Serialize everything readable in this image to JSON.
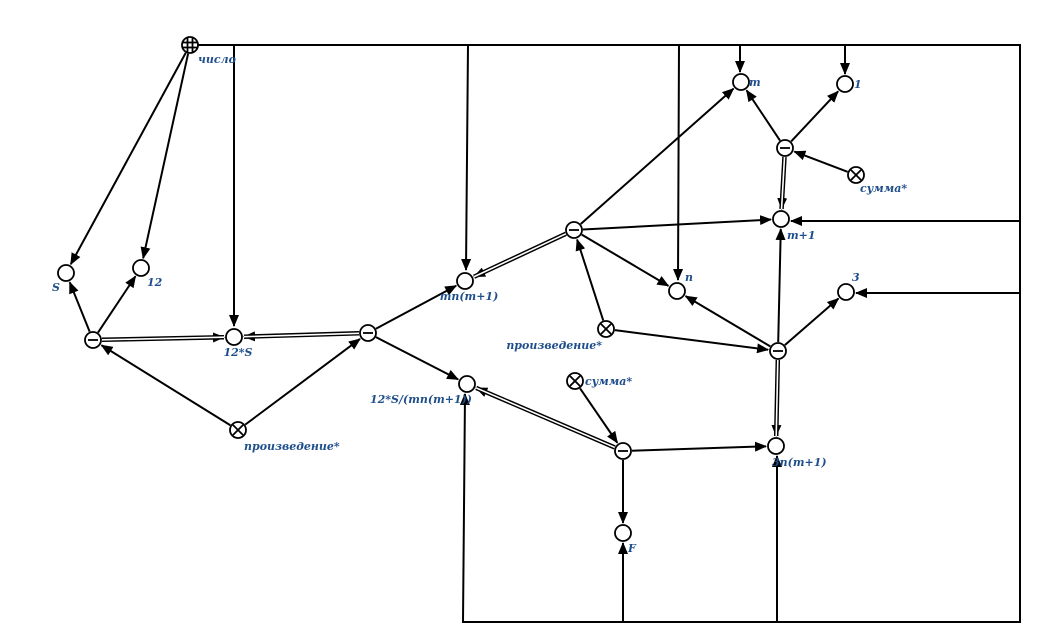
{
  "colors": {
    "line": "#000000",
    "label": "#1f4e8c",
    "background": "#ffffff"
  },
  "nodes": [
    {
      "id": "chislo",
      "kind": "grid",
      "label": "число"
    },
    {
      "id": "S",
      "kind": "plain",
      "label": "S"
    },
    {
      "id": "n12",
      "kind": "plain",
      "label": "12"
    },
    {
      "id": "neg1",
      "kind": "minus",
      "label": ""
    },
    {
      "id": "S12",
      "kind": "plain",
      "label": "12*S"
    },
    {
      "id": "prod1",
      "kind": "cross",
      "label": "произведение*"
    },
    {
      "id": "neg2",
      "kind": "minus",
      "label": ""
    },
    {
      "id": "mnm1",
      "kind": "plain",
      "label": "mn(m+1)"
    },
    {
      "id": "ratio",
      "kind": "plain",
      "label": "12*S/(mn(m+1))"
    },
    {
      "id": "neg3",
      "kind": "minus",
      "label": ""
    },
    {
      "id": "prod2",
      "kind": "cross",
      "label": "произведение*"
    },
    {
      "id": "m",
      "kind": "plain",
      "label": "m"
    },
    {
      "id": "one",
      "kind": "plain",
      "label": "1"
    },
    {
      "id": "neg4",
      "kind": "minus",
      "label": ""
    },
    {
      "id": "sum1",
      "kind": "cross",
      "label": "сумма*"
    },
    {
      "id": "mp1",
      "kind": "plain",
      "label": "m+1"
    },
    {
      "id": "n",
      "kind": "plain",
      "label": "n"
    },
    {
      "id": "three",
      "kind": "plain",
      "label": "3"
    },
    {
      "id": "neg5",
      "kind": "minus",
      "label": ""
    },
    {
      "id": "threen",
      "kind": "plain",
      "label": "3n(m+1)"
    },
    {
      "id": "sum2",
      "kind": "cross",
      "label": "сумма*"
    },
    {
      "id": "neg6",
      "kind": "minus",
      "label": ""
    },
    {
      "id": "F",
      "kind": "plain",
      "label": "F"
    }
  ],
  "edges": [
    {
      "from": "chislo",
      "to": "S",
      "style": "arrow"
    },
    {
      "from": "chislo",
      "to": "n12",
      "style": "arrow"
    },
    {
      "from": "chislo",
      "to": "S12",
      "style": "arrow"
    },
    {
      "from": "chislo",
      "to": "mnm1",
      "style": "arrow"
    },
    {
      "from": "chislo",
      "to": "m",
      "style": "arrow"
    },
    {
      "from": "chislo",
      "to": "one",
      "style": "arrow"
    },
    {
      "from": "chislo",
      "to": "n",
      "style": "arrow"
    },
    {
      "from": "chislo",
      "to": "mp1",
      "style": "arrow"
    },
    {
      "from": "chislo",
      "to": "three",
      "style": "arrow"
    },
    {
      "from": "neg1",
      "to": "S",
      "style": "arrow"
    },
    {
      "from": "neg1",
      "to": "n12",
      "style": "arrow"
    },
    {
      "from": "neg1",
      "to": "S12",
      "style": "double"
    },
    {
      "from": "prod1",
      "to": "neg1",
      "style": "arrow"
    },
    {
      "from": "prod1",
      "to": "neg2",
      "style": "arrow"
    },
    {
      "from": "neg2",
      "to": "S12",
      "style": "double"
    },
    {
      "from": "neg2",
      "to": "mnm1",
      "style": "arrow"
    },
    {
      "from": "neg2",
      "to": "ratio",
      "style": "arrow"
    },
    {
      "from": "neg3",
      "to": "mnm1",
      "style": "double"
    },
    {
      "from": "neg3",
      "to": "m",
      "style": "arrow"
    },
    {
      "from": "neg3",
      "to": "mp1",
      "style": "arrow"
    },
    {
      "from": "neg3",
      "to": "n",
      "style": "arrow"
    },
    {
      "from": "prod2",
      "to": "neg3",
      "style": "arrow"
    },
    {
      "from": "prod2",
      "to": "neg5",
      "style": "arrow"
    },
    {
      "from": "neg4",
      "to": "m",
      "style": "arrow"
    },
    {
      "from": "neg4",
      "to": "one",
      "style": "arrow"
    },
    {
      "from": "neg4",
      "to": "mp1",
      "style": "double"
    },
    {
      "from": "sum1",
      "to": "neg4",
      "style": "arrow"
    },
    {
      "from": "neg5",
      "to": "n",
      "style": "arrow"
    },
    {
      "from": "neg5",
      "to": "mp1",
      "style": "arrow"
    },
    {
      "from": "neg5",
      "to": "three",
      "style": "arrow"
    },
    {
      "from": "neg5",
      "to": "threen",
      "style": "double"
    },
    {
      "from": "neg6",
      "to": "ratio",
      "style": "double"
    },
    {
      "from": "neg6",
      "to": "threen",
      "style": "arrow"
    },
    {
      "from": "neg6",
      "to": "F",
      "style": "arrow"
    },
    {
      "from": "sum2",
      "to": "neg6",
      "style": "arrow"
    },
    {
      "from": "chislo",
      "to": "ratio",
      "style": "arrow"
    },
    {
      "from": "chislo",
      "to": "F",
      "style": "arrow"
    },
    {
      "from": "chislo",
      "to": "threen",
      "style": "arrow"
    }
  ]
}
